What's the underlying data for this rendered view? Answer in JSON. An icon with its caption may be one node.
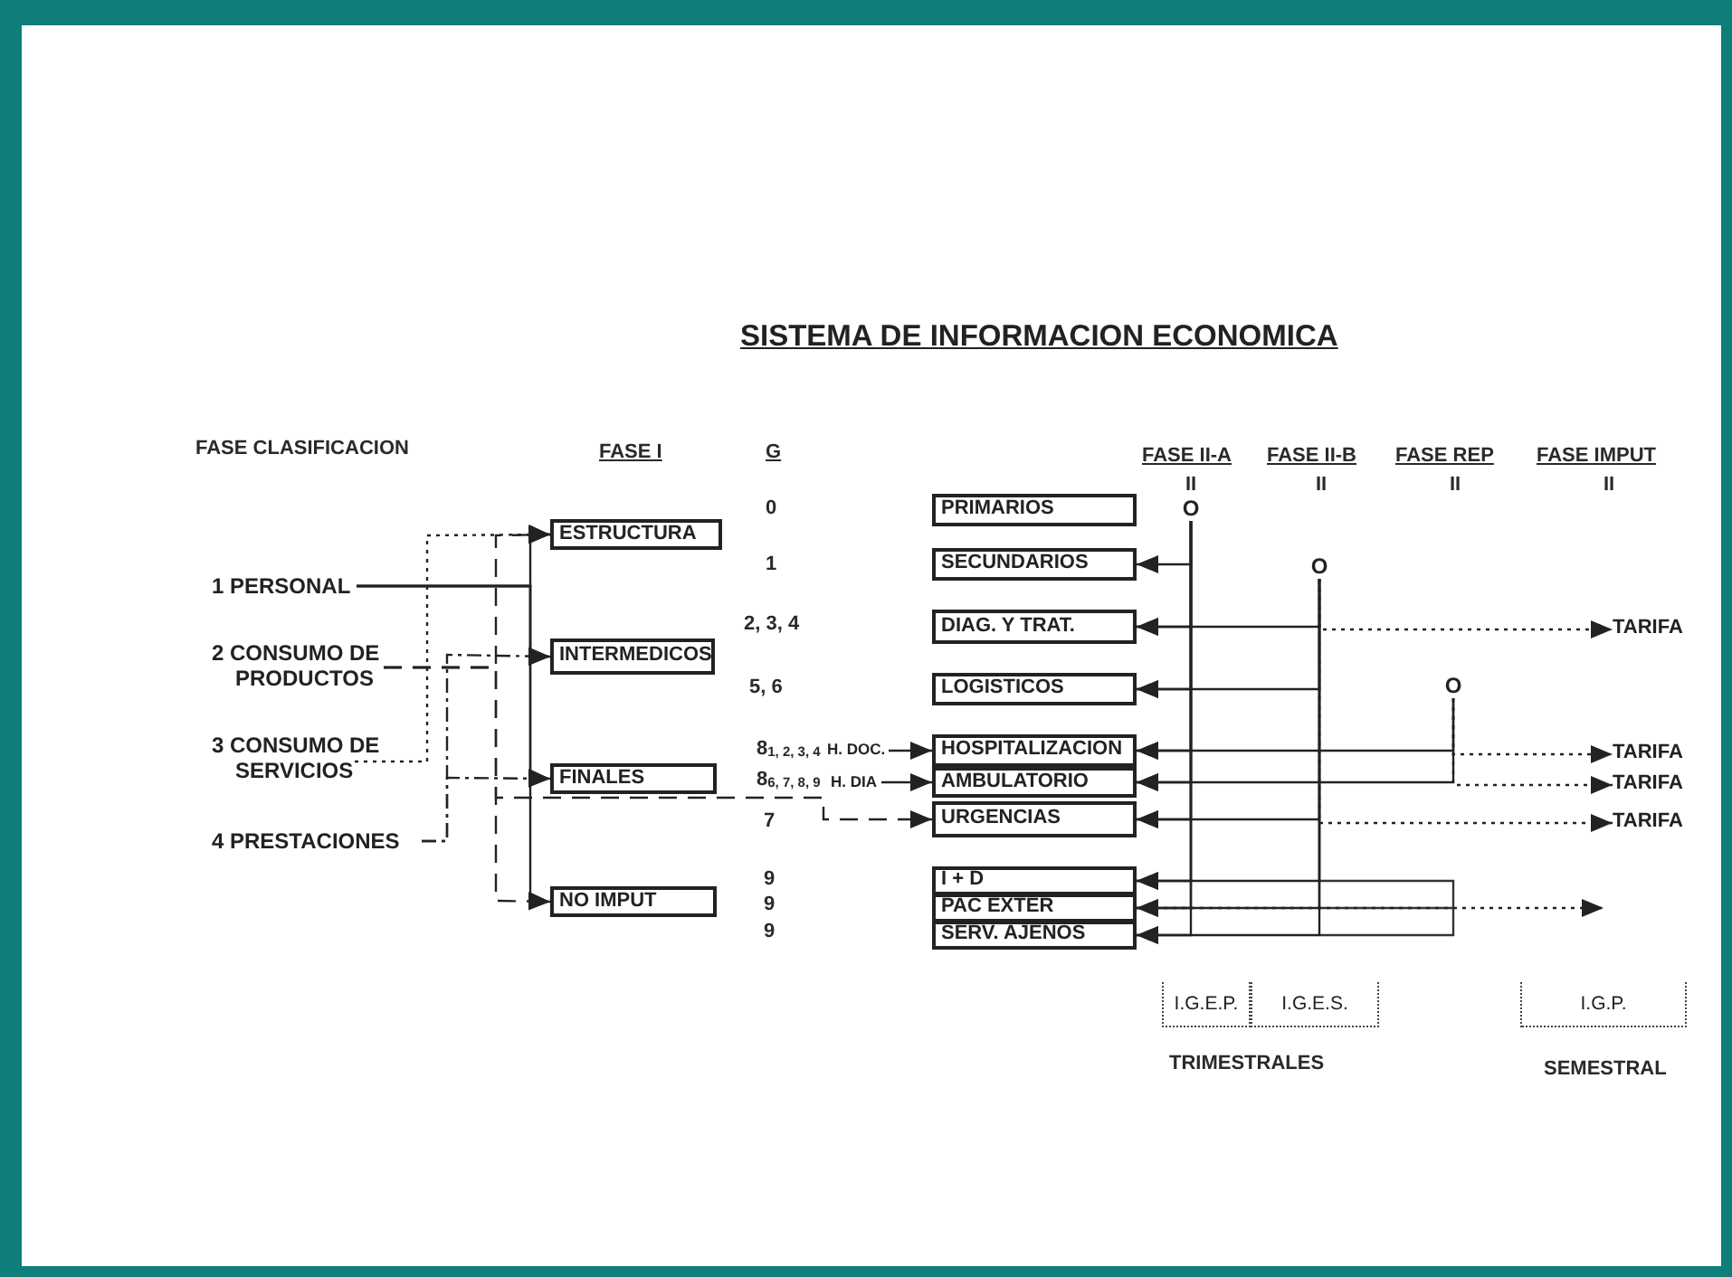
{
  "diagram": {
    "title": "SISTEMA DE INFORMACION ECONOMICA",
    "nodes": [
      {
        "text": [
          "1 PERSONAL"
        ]
      },
      {
        "text": [
          "2 CONSUMO DE PRODUCTOS"
        ]
      },
      {
        "text": [
          "3 CONSUMO DE SERVICIOS"
        ]
      },
      {
        "text": [
          "4 PRESTACIONES"
        ]
      },
      {
        "text": [
          "ESTRUCTURA"
        ]
      },
      {
        "text": [
          "INTERMEDICOS"
        ]
      },
      {
        "text": [
          "FINALES"
        ]
      },
      {
        "text": [
          "NO IMPUT"
        ]
      },
      {
        "text": [
          "PRIMARIOS"
        ]
      },
      {
        "text": [
          "SECUNDARIOS"
        ]
      },
      {
        "text": [
          "DIAG. Y TRAT."
        ]
      },
      {
        "text": [
          "LOGISTICOS"
        ]
      },
      {
        "text": [
          "HOSPITALIZACION"
        ]
      },
      {
        "text": [
          "AMBULATORIO"
        ]
      },
      {
        "text": [
          "URGENCIAS"
        ]
      },
      {
        "text": [
          "I + D"
        ]
      },
      {
        "text": [
          "PAC EXTER"
        ]
      },
      {
        "text": [
          "SERV. AJENOS"
        ]
      },
      {
        "text": [
          "H. DOC."
        ]
      },
      {
        "text": [
          "H. DIA"
        ]
      },
      {
        "text": [
          "TARIFA"
        ]
      },
      {
        "text": [
          "TARIFA"
        ]
      },
      {
        "text": [
          "TARIFA"
        ]
      },
      {
        "text": [
          "TARIFA"
        ]
      },
      {
        "text": [
          "O"
        ]
      },
      {
        "text": [
          "O"
        ]
      },
      {
        "text": [
          "O"
        ]
      },
      {
        "text": [
          "I.G.E.P."
        ]
      },
      {
        "text": [
          "I.G.E.S."
        ]
      },
      {
        "text": [
          "I.G.P."
        ]
      }
    ],
    "edges": [
      {
        "from": 0,
        "to": 4,
        "arrow": "to"
      },
      {
        "from": 0,
        "to": 5,
        "arrow": "to"
      },
      {
        "from": 0,
        "to": 6,
        "arrow": "to"
      },
      {
        "from": 0,
        "to": 7,
        "arrow": "to"
      },
      {
        "from": 1,
        "to": 4,
        "arrow": "to",
        "style": "dashed"
      },
      {
        "from": 1,
        "to": 7,
        "arrow": "to",
        "style": "dashed"
      },
      {
        "from": 1,
        "to": 14,
        "arrow": "to",
        "style": "dashed"
      },
      {
        "from": 2,
        "to": 4,
        "arrow": "to",
        "style": "dashed"
      },
      {
        "from": 3,
        "to": 5,
        "arrow": "to",
        "style": "dashed"
      },
      {
        "from": 3,
        "to": 6,
        "arrow": "to",
        "style": "dashed"
      },
      {
        "from": 18,
        "to": 12,
        "arrow": "to"
      },
      {
        "from": 19,
        "to": 13,
        "arrow": "to"
      },
      {
        "from": 24,
        "to": 9,
        "arrow": "to"
      },
      {
        "from": 24,
        "to": 10,
        "arrow": "to"
      },
      {
        "from": 24,
        "to": 11,
        "arrow": "to"
      },
      {
        "from": 24,
        "to": 12,
        "arrow": "to"
      },
      {
        "from": 24,
        "to": 13,
        "arrow": "to"
      },
      {
        "from": 24,
        "to": 14,
        "arrow": "to"
      },
      {
        "from": 24,
        "to": 15,
        "arrow": "to"
      },
      {
        "from": 24,
        "to": 16,
        "arrow": "to"
      },
      {
        "from": 24,
        "to": 17,
        "arrow": "to"
      },
      {
        "from": 25,
        "to": 10,
        "arrow": "to"
      },
      {
        "from": 25,
        "to": 11,
        "arrow": "to"
      },
      {
        "from": 25,
        "to": 14,
        "arrow": "to"
      },
      {
        "from": 25,
        "to": 15,
        "arrow": "to"
      },
      {
        "from": 25,
        "to": 16,
        "arrow": "to"
      },
      {
        "from": 25,
        "to": 17,
        "arrow": "to"
      },
      {
        "from": 26,
        "to": 12,
        "arrow": "to"
      },
      {
        "from": 26,
        "to": 13,
        "arrow": "to"
      },
      {
        "from": 25,
        "to": 20,
        "arrow": "to",
        "style": "dashed"
      },
      {
        "from": 26,
        "to": 21,
        "arrow": "to",
        "style": "dashed"
      },
      {
        "from": 26,
        "to": 22,
        "arrow": "to",
        "style": "dashed"
      },
      {
        "from": 25,
        "to": 23,
        "arrow": "to",
        "style": "dashed"
      },
      {
        "from": 16,
        "to": null,
        "arrow": "to",
        "style": "dashed"
      }
    ],
    "labels": [
      "FASE CLASIFICACION",
      "FASE I",
      "G",
      "FASE II-A",
      "FASE II-B",
      "FASE REP",
      "FASE IMPUT",
      "II",
      "II",
      "II",
      "II",
      "0",
      "1",
      "2, 3, 4",
      "5, 6",
      "8$_{1, 2, 3, 4}$",
      "8$_{6, 7, 8, 9}$",
      "7",
      "9",
      "9",
      "9",
      "TRIMESTRALES",
      "SEMESTRAL"
    ]
  }
}
